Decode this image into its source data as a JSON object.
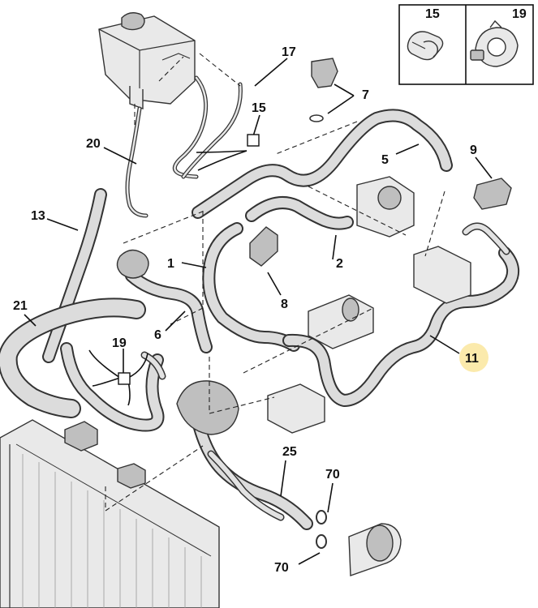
{
  "callouts": {
    "c1": "1",
    "c2": "2",
    "c5": "5",
    "c6": "6",
    "c7": "7",
    "c8": "8",
    "c9": "9",
    "c11": "11",
    "c13": "13",
    "c15": "15",
    "c17": "17",
    "c19": "19",
    "c20": "20",
    "c21": "21",
    "c25": "25",
    "c70a": "70",
    "c70b": "70"
  },
  "inset": {
    "left_label": "15",
    "right_label": "19"
  },
  "highlight_color": "#fbe8a3"
}
